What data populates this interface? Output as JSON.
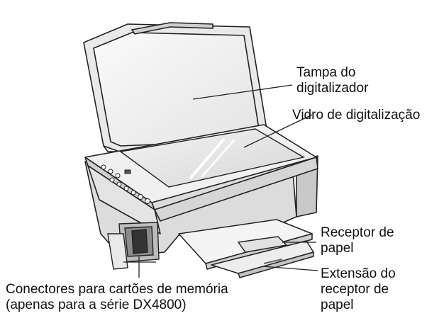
{
  "figure": {
    "subject": "all-in-one printer with scanner lid open",
    "labels": {
      "scanner_lid": [
        "Tampa do",
        "digitalizador"
      ],
      "scanner_glass": [
        "Vidro de digitalização"
      ],
      "paper_receiver": [
        "Receptor de",
        "papel"
      ],
      "paper_extension": [
        "Extensão do",
        "receptor de",
        "papel"
      ],
      "memory_card_slots": [
        "Conectores para cartões de memória",
        "(apenas para a série DX4800)"
      ]
    },
    "colors": {
      "line": "#222222",
      "body_light": "#f2f2f2",
      "body_mid": "#d9d9d9",
      "body_dark": "#a8a8a8",
      "glass": "#e6e6e6"
    }
  }
}
